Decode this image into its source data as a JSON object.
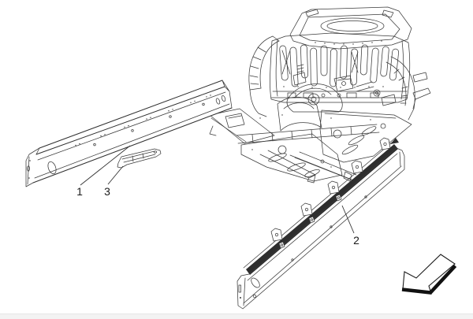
{
  "drawing": {
    "kind": "exploded-parts-line-drawing",
    "line_color": "#3a3a3a",
    "shadow_color": "#1c1c1c",
    "background": "#ffffff"
  },
  "callouts": [
    {
      "label": "1",
      "part_name": "side-member-rail"
    },
    {
      "label": "3",
      "part_name": "mounting-bracket"
    },
    {
      "label": "2",
      "part_name": "sill-panel"
    }
  ],
  "icons": {
    "direction_arrow": "block-arrow-down-left"
  }
}
